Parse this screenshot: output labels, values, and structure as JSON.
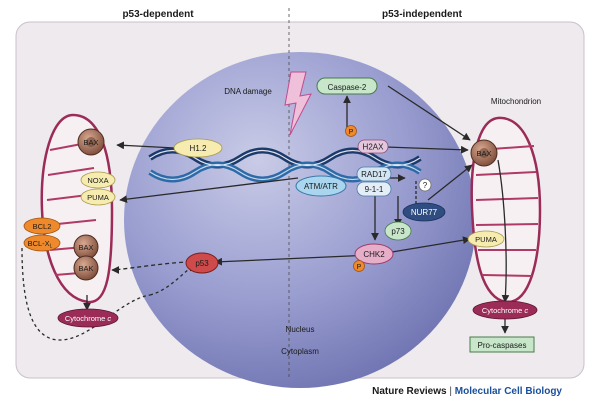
{
  "headers": {
    "left": "p53-dependent",
    "right": "p53-independent"
  },
  "regions": {
    "nucleus": "Nucleus",
    "cytoplasm": "Cytoplasm",
    "mitochondrion": "Mitochondrion",
    "dna_damage": "DNA damage"
  },
  "nodes": {
    "caspase2": "Caspase-2",
    "h2ax": "H2AX",
    "p_h2ax": "P",
    "h12": "H1.2",
    "atm_atr": "ATM/ATR",
    "rad17": "RAD17",
    "nine11": "9-1-1",
    "question": "?",
    "nur77": "NUR77",
    "p73": "p73",
    "chk2": "CHK2",
    "p_chk2": "P",
    "p53": "p53",
    "bax_left": "BAX",
    "noxa": "NOXA",
    "puma_left": "PUMA",
    "bcl2": "BCL2",
    "bclxl_main": "BCL-X",
    "bclxl_sub": "L",
    "bax_bak_1": "BAX",
    "bax_bak_2": "BAK",
    "cytc_left_main": "Cytochrome ",
    "cytc_left_italic": "c",
    "bax_right": "BAX",
    "puma_right": "PUMA",
    "cytc_right_main": "Cytochrome ",
    "cytc_right_italic": "c",
    "procaspases": "Pro-caspases"
  },
  "credit": {
    "journal": "Nature Reviews",
    "separator": "|",
    "subtitle": "Molecular Cell Biology"
  },
  "colors": {
    "nucleus": "#8286bd",
    "panel": "#eeeaee",
    "caspase_fill": "#c8e6c9",
    "orange": "#ef8a2c",
    "yellow": "#f7ecb0",
    "red": "#cf4a4a",
    "navy": "#2f4d80"
  }
}
